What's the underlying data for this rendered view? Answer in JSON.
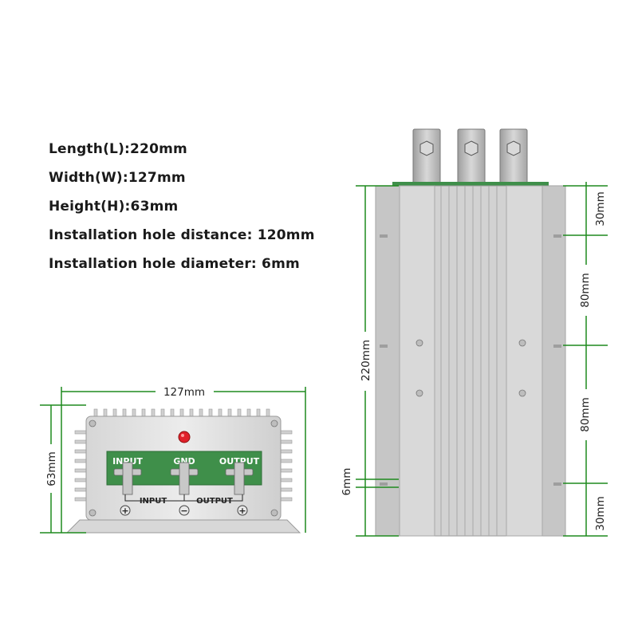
{
  "specs": {
    "length": "Length(L):220mm",
    "width": "Width(W):127mm",
    "height": "Height(H):63mm",
    "hole_distance": "Installation hole distance:  120mm",
    "hole_diameter": "Installation hole diameter:  6mm"
  },
  "front_view": {
    "width_label": "127mm",
    "height_label": "63mm",
    "board_labels": [
      "INPUT",
      "GND",
      "OUTPUT"
    ],
    "terminal_labels": [
      "INPUT",
      "OUTPUT"
    ]
  },
  "top_view": {
    "length_label": "220mm",
    "hole_label": "6mm",
    "segment_labels": [
      "30mm",
      "80mm",
      "80mm",
      "30mm"
    ]
  },
  "colors": {
    "dimension_line": "#1e8a1e",
    "pcb": "#3f8f4a",
    "housing": "#c9c9c9",
    "led": "#e0202a"
  }
}
